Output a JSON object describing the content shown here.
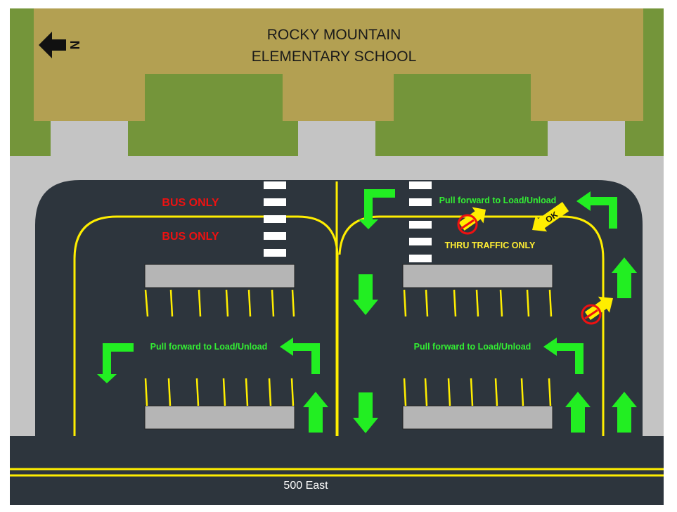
{
  "school": {
    "line1": "ROCKY MOUNTAIN",
    "line2": "ELEMENTARY SCHOOL"
  },
  "compass": {
    "letter": "N",
    "icon": "north-arrow-icon"
  },
  "labels": {
    "bus_only_1": "BUS ONLY",
    "bus_only_2": "BUS ONLY",
    "pull_forward_top": "Pull forward to Load/Unload",
    "pull_forward_left": "Pull forward to Load/Unload",
    "pull_forward_right": "Pull forward to Load/Unload",
    "thru_traffic": "THRU TRAFFIC ONLY",
    "ok": "OK",
    "street": "500 East"
  },
  "colors": {
    "building": "#b3a052",
    "grass": "#74953a",
    "sidewalk": "#c4c4c4",
    "asphalt": "#2d353d",
    "yellow_line": "#ffee00",
    "green_arrow": "#22ee22",
    "green_text": "#33ee33",
    "bus_text": "#ee1111",
    "yellow_text": "#ffee33",
    "yellow_arrow": "#ffee00",
    "no_entry": "#ee1111",
    "island": "#b5b5b5",
    "white": "#ffffff"
  }
}
